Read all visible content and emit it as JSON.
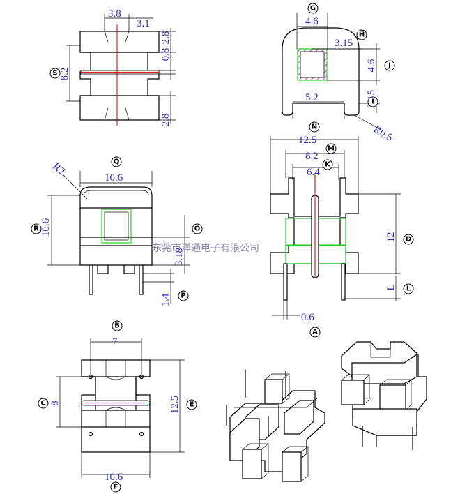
{
  "views": {
    "view_s": {
      "callout": "S",
      "dims": {
        "top_a": "3.8",
        "top_b": "3.1",
        "right_a": "2.8",
        "right_b": "0.8",
        "left": "8.2",
        "bottom": "2.8"
      }
    },
    "view_g": {
      "callouts": {
        "g": "G",
        "h": "H",
        "j": "J",
        "i": "I"
      },
      "dims": {
        "top": "4.6",
        "inner": "3.15",
        "right": "4.6",
        "gap": "5.2",
        "slot": "3.15",
        "radius": "R0.5"
      }
    },
    "view_q": {
      "callouts": {
        "q": "Q",
        "r": "R",
        "o": "O",
        "p": "P"
      },
      "dims": {
        "radius": "R2",
        "top": "10.6",
        "left": "10.6",
        "right": "3.18",
        "pin": "1.4"
      }
    },
    "view_n": {
      "callouts": {
        "n": "N",
        "m": "M",
        "k": "K",
        "d": "D",
        "l": "L",
        "a": "A"
      },
      "dims": {
        "overall": "12.5",
        "mid": "8.2",
        "inner": "6.4",
        "height": "12",
        "l": "L",
        "pin": "0.6"
      }
    },
    "view_b": {
      "callouts": {
        "b": "B",
        "c": "C",
        "e": "E",
        "f": "F"
      },
      "dims": {
        "top": "7",
        "left": "8",
        "right": "12.5",
        "bottom": "10.6"
      }
    }
  },
  "watermark": "东莞市洋通电子有限公司",
  "colors": {
    "dimension": "#2a2ac8",
    "centerline": "#e02020",
    "winding": "#22d022",
    "hatch": "#c040c0"
  }
}
